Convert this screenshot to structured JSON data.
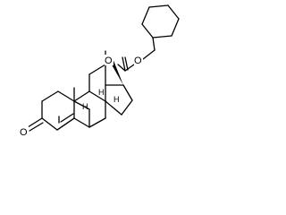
{
  "molecule": {
    "atoms": {
      "ketone_oxygen": "O",
      "ester_oxygen": "O",
      "carbonyl_oxygen": "O",
      "stereo_h_8": "H",
      "stereo_h_9": "H",
      "stereo_h_14": "H"
    }
  }
}
